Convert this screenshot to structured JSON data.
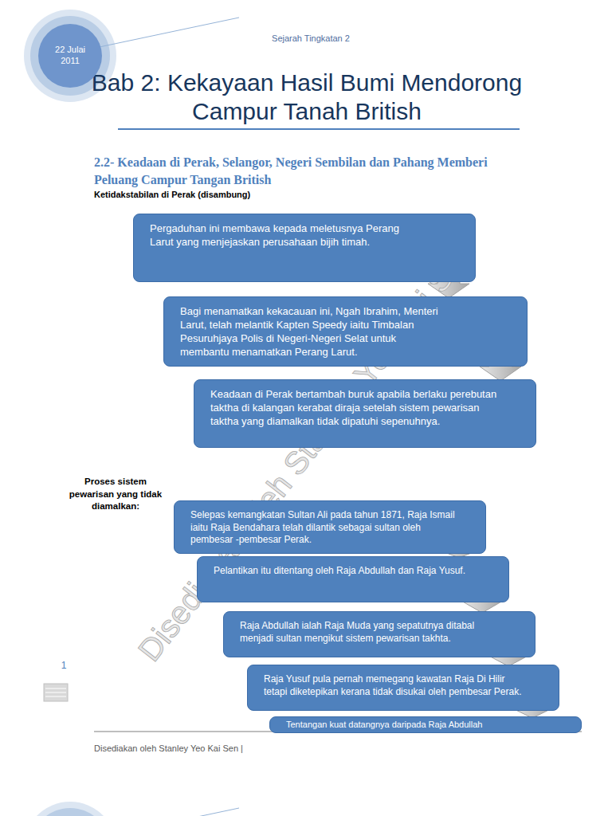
{
  "diagram": {
    "title": "Bab 2: Kekayaan Hasil Bumi Mendorong Campur Tanah British",
    "nodes": [
      {
        "text": [
          "22 Julai 2011"
        ]
      },
      {
        "text": [
          "Pergaduhan ini membawa kepada meletusnya Perang Larut yang menjejaskan perusahaan bijih timah."
        ]
      },
      {
        "text": [
          "Bagi menamatkan kekacauan ini, Ngah Ibrahim, Menteri Larut, telah melantik Kapten Speedy iaitu Timbalan Pesuruhjaya Polis di Negeri-Negeri Selat untuk membantu menamatkan Perang Larut."
        ]
      },
      {
        "text": [
          "Keadaan di Perak bertambah buruk apabila berlaku perebutan taktha di kalangan kerabat diraja setelah sistem pewarisan taktha yang diamalkan tidak dipatuhi sepenuhnya."
        ]
      },
      {
        "text": [
          "Selepas kemangkatan Sultan Ali pada tahun 1871, Raja Ismail iaitu Raja Bendahara telah dilantik sebagai sultan oleh pembesar -pembesar Perak."
        ]
      },
      {
        "text": [
          "Pelantikan itu ditentang oleh Raja Abdullah dan Raja Yusuf."
        ]
      },
      {
        "text": [
          "Raja Abdullah ialah Raja Muda yang sepatutnya ditabal menjadi sultan mengikut sistem pewarisan takhta."
        ]
      },
      {
        "text": [
          "Raja Yusuf pula pernah memegang kawatan Raja Di Hilir tetapi diketepikan kerana tidak disukai oleh pembesar Perak."
        ]
      },
      {
        "text": [
          "Tentangan kuat datangnya daripada Raja Abdullah"
        ]
      }
    ],
    "edges": [
      {
        "from": 1,
        "to": 2,
        "arrow": "to"
      },
      {
        "from": 2,
        "to": 3,
        "arrow": "to"
      },
      {
        "from": 4,
        "to": 5,
        "arrow": "to"
      },
      {
        "from": 5,
        "to": 6,
        "arrow": "to"
      },
      {
        "from": 6,
        "to": 7,
        "arrow": "to"
      },
      {
        "from": 7,
        "to": 8,
        "arrow": "to"
      }
    ],
    "labels": [
      "Sejarah Tingkatan 2",
      "2.2- Keadaan di Perak, Selangor, Negeri Sembilan dan Pahang Memberi Peluang Campur Tangan British",
      "Ketidakstabilan di Perak (disambung)",
      "Proses sistem pewarisan yang tidak diamalkan:",
      "Disediakan oleh Stanley Yeo Kai Sen",
      "1",
      "Disediakan oleh Stanley Yeo Kai Sen |"
    ]
  }
}
